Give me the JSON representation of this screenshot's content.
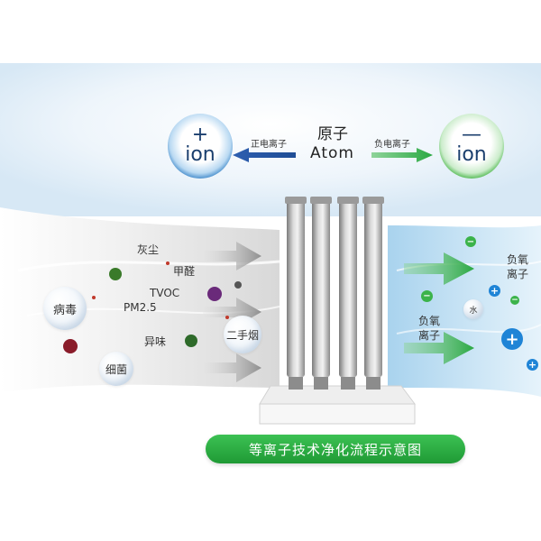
{
  "title": "等离子技术净化流程示意图",
  "atom": {
    "cn": "原子",
    "en": "Atom"
  },
  "positive": {
    "sign": "+",
    "label": "ion",
    "arrow_label": "正电离子",
    "color": "#1f4d95"
  },
  "negative": {
    "sign": "—",
    "label": "ion",
    "arrow_label": "负电离子",
    "color": "#3bb34a"
  },
  "pollutants": {
    "dust": "灰尘",
    "formaldehyde": "甲醛",
    "tvoc": "TVOC",
    "pm25": "PM2.5",
    "odor": "异味",
    "smoke": "二手烟",
    "virus": "病毒",
    "bacteria": "细菌"
  },
  "output": {
    "neg_oxygen_top": [
      "负氧",
      "离子"
    ],
    "neg_oxygen_bottom": [
      "负氧",
      "离子"
    ],
    "water": "水"
  },
  "colors": {
    "green": "#2aa842",
    "blue": "#1f84d6",
    "navy": "#1f4d95",
    "sky": "#cfe6f5"
  }
}
